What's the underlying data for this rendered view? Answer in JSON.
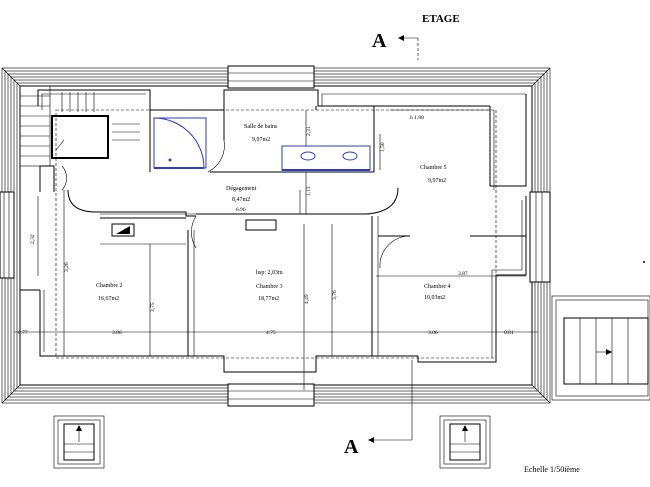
{
  "drawing": {
    "title": "ETAGE",
    "section_marker": "A",
    "scale": "Echelle 1/50ième"
  },
  "rooms": {
    "salle_de_bains": {
      "name": "Salle de bains",
      "area": "9,97m2"
    },
    "chambre_5": {
      "name": "Chambre 5",
      "area": "9,97m2"
    },
    "degagement": {
      "name": "Dégagement",
      "area": "8,47m2"
    },
    "chambre_2": {
      "name": "Chambre 2",
      "area": "16,67m2"
    },
    "chambre_3": {
      "name": "Chambre 3",
      "area": "18,77m2",
      "note": "hsp: 2,03m"
    },
    "chambre_4": {
      "name": "Chambre 4",
      "area": "10,03m2"
    }
  },
  "dimensions": {
    "h180": "h 1.80",
    "d231": "2,31",
    "d150": "1,50",
    "d113": "1,13",
    "d696": "6.96",
    "d232": "2,32",
    "d326": "3,26",
    "d375": "3,75",
    "d449": "4,49",
    "d376": "3,76",
    "d387": "3.87",
    "d077": "0.77",
    "d386": "3.86",
    "d475": "4.75",
    "d306": "3.06",
    "d081": "0.81"
  },
  "colors": {
    "fixture_blue": "#2a3cc8",
    "line": "#000000"
  }
}
